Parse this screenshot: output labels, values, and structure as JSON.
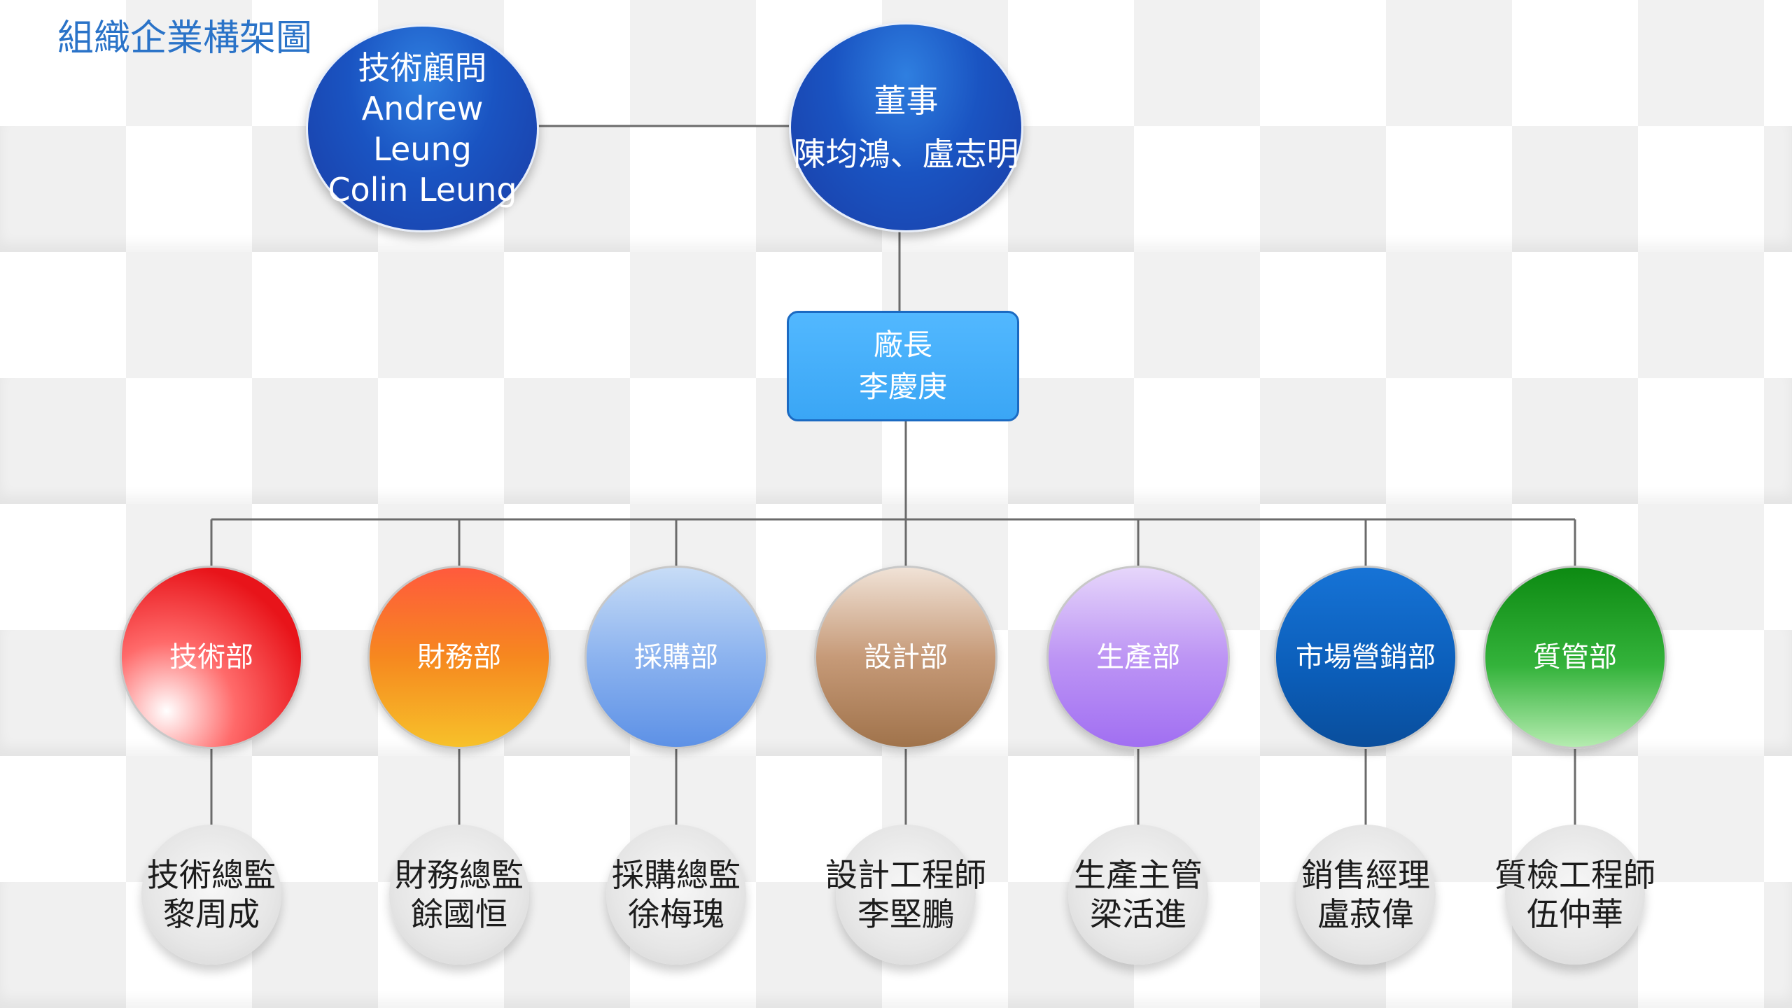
{
  "title": "組織企業構架圖",
  "advisor": {
    "line1": "技術顧問",
    "line2": "Andrew Leung",
    "line3": "Colin Leung"
  },
  "board": {
    "line1": "董事",
    "line2": "陳均鴻、盧志明"
  },
  "manager": {
    "line1": "廠長",
    "line2": "李慶庚"
  },
  "departments": [
    {
      "name": "技術部",
      "person_title": "技術總監",
      "person_name": "黎周成",
      "color": "#e8141a"
    },
    {
      "name": "財務部",
      "person_title": "財務總監",
      "person_name": "餘國恒",
      "color": "#f6881f"
    },
    {
      "name": "採購部",
      "person_title": "採購總監",
      "person_name": "徐梅瑰",
      "color": "#6f9fe8"
    },
    {
      "name": "設計部",
      "person_title": "設計工程師",
      "person_name": "李堅鵬",
      "color": "#a0734b"
    },
    {
      "name": "生產部",
      "person_title": "生產主管",
      "person_name": "梁活進",
      "color": "#a16ff2"
    },
    {
      "name": "市場營銷部",
      "person_title": "銷售經理",
      "person_name": "盧菽偉",
      "color": "#0b5db8"
    },
    {
      "name": "質管部",
      "person_title": "質檢工程師",
      "person_name": "伍仲華",
      "color": "#17981d"
    }
  ]
}
